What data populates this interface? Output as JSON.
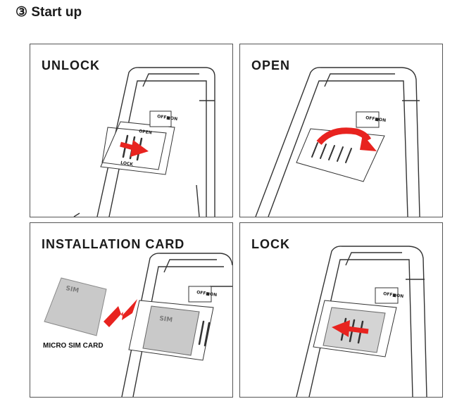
{
  "heading": {
    "number": "③",
    "text": "Start up"
  },
  "panels": [
    {
      "title": "UNLOCK"
    },
    {
      "title": "OPEN"
    },
    {
      "title": "INSTALLATION CARD"
    },
    {
      "title": "LOCK"
    }
  ],
  "labels": {
    "off_on": "OFF■ON",
    "sim": "SIM",
    "micro_sim_card": "MICRO SIM CARD",
    "open_tag": "OPEN",
    "lock_tag": "LOCK"
  },
  "colors": {
    "arrow": "#e8231f",
    "sim_card": "#c9c9c9",
    "line": "#333333"
  }
}
